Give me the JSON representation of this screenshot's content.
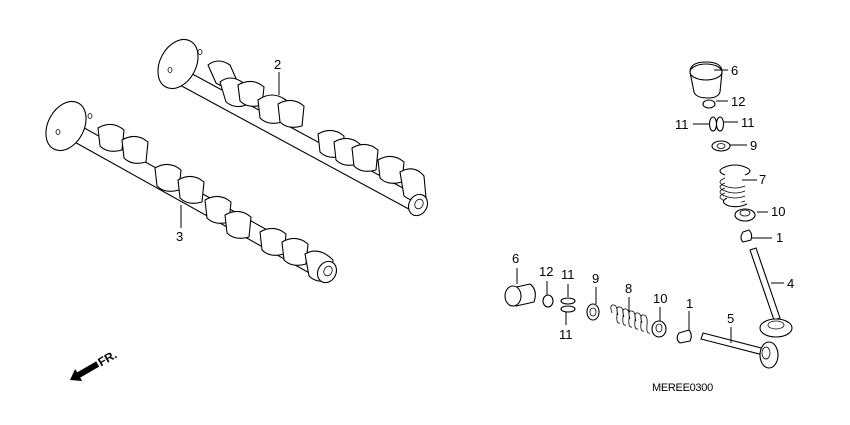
{
  "diagram": {
    "type": "exploded-parts-diagram",
    "diagram_code": "MEREE0300",
    "direction_indicator": "FR."
  },
  "callouts": [
    {
      "id": "c2",
      "label": "2",
      "part": "camshaft-upper"
    },
    {
      "id": "c3",
      "label": "3",
      "part": "camshaft-lower"
    },
    {
      "id": "c6a",
      "label": "6",
      "part": "valve-lifter"
    },
    {
      "id": "c12a",
      "label": "12",
      "part": "shim"
    },
    {
      "id": "c11a",
      "label": "11",
      "part": "valve-cotter-left"
    },
    {
      "id": "c11b",
      "label": "11",
      "part": "valve-cotter-right"
    },
    {
      "id": "c9a",
      "label": "9",
      "part": "spring-retainer"
    },
    {
      "id": "c7",
      "label": "7",
      "part": "valve-spring"
    },
    {
      "id": "c10a",
      "label": "10",
      "part": "spring-seat"
    },
    {
      "id": "c1a",
      "label": "1",
      "part": "stem-seal"
    },
    {
      "id": "c4",
      "label": "4",
      "part": "valve-long"
    },
    {
      "id": "c6b",
      "label": "6",
      "part": "valve-lifter"
    },
    {
      "id": "c12b",
      "label": "12",
      "part": "shim"
    },
    {
      "id": "c11c",
      "label": "11",
      "part": "valve-cotter-top"
    },
    {
      "id": "c11d",
      "label": "11",
      "part": "valve-cotter-bottom"
    },
    {
      "id": "c9b",
      "label": "9",
      "part": "spring-retainer"
    },
    {
      "id": "c8",
      "label": "8",
      "part": "valve-spring"
    },
    {
      "id": "c10b",
      "label": "10",
      "part": "spring-seat"
    },
    {
      "id": "c1b",
      "label": "1",
      "part": "stem-seal"
    },
    {
      "id": "c5",
      "label": "5",
      "part": "valve-short"
    }
  ]
}
